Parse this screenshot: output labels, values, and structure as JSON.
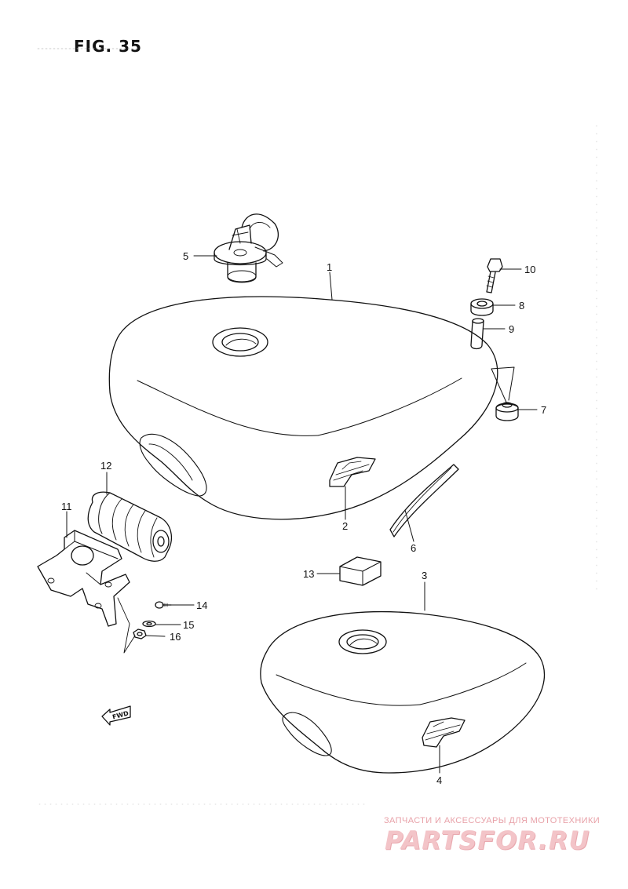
{
  "figure": {
    "title": "FIG. 35"
  },
  "callouts": [
    {
      "id": "1",
      "label": "1"
    },
    {
      "id": "2",
      "label": "2"
    },
    {
      "id": "3",
      "label": "3"
    },
    {
      "id": "4",
      "label": "4"
    },
    {
      "id": "5",
      "label": "5"
    },
    {
      "id": "6",
      "label": "6"
    },
    {
      "id": "7",
      "label": "7"
    },
    {
      "id": "8",
      "label": "8"
    },
    {
      "id": "9",
      "label": "9"
    },
    {
      "id": "10",
      "label": "10"
    },
    {
      "id": "11",
      "label": "11"
    },
    {
      "id": "12",
      "label": "12"
    },
    {
      "id": "13",
      "label": "13"
    },
    {
      "id": "14",
      "label": "14"
    },
    {
      "id": "15",
      "label": "15"
    },
    {
      "id": "16",
      "label": "16"
    }
  ],
  "direction_marker": {
    "text": "FWD"
  },
  "watermark": {
    "tagline": "ЗАПЧАСТИ И АКСЕССУАРЫ ДЛЯ МОТОТЕХНИКИ",
    "logo": "PARTSFOR.RU"
  },
  "colors": {
    "line": "#111111",
    "watermark": "#f3c4c8"
  }
}
